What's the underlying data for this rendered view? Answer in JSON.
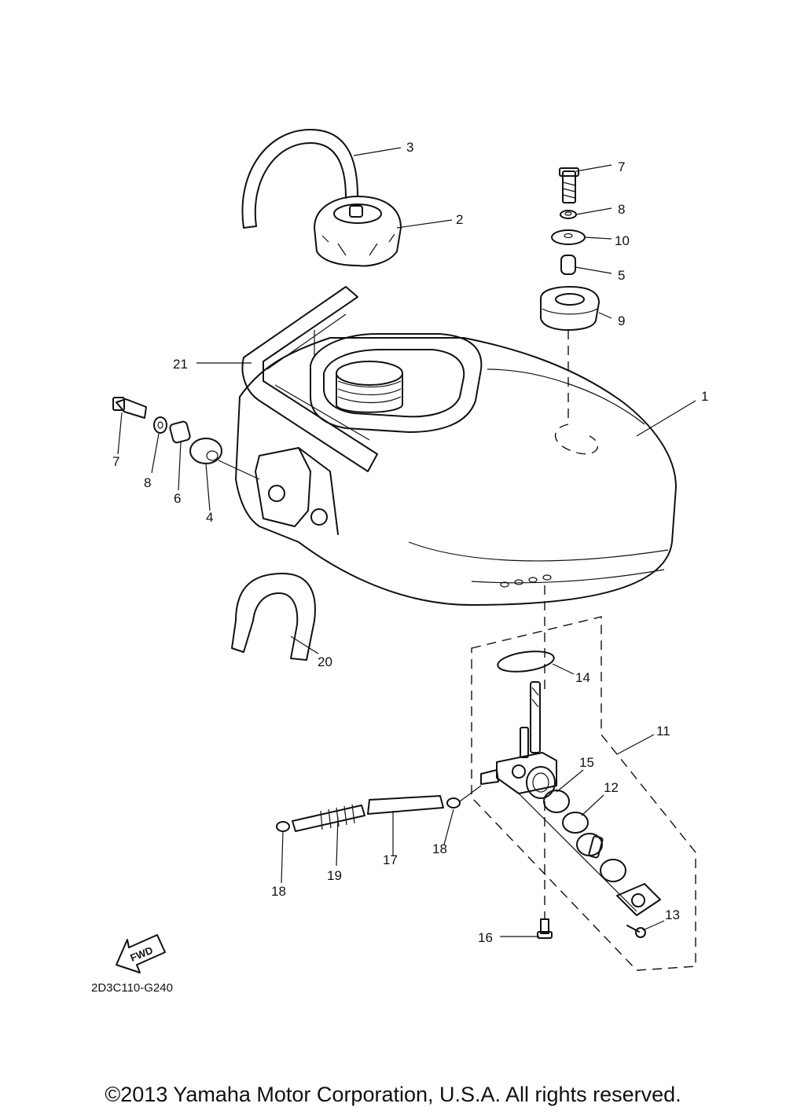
{
  "diagram": {
    "callouts": [
      "1",
      "2",
      "3",
      "7",
      "8",
      "10",
      "5",
      "9",
      "21",
      "7",
      "8",
      "6",
      "4",
      "20",
      "14",
      "11",
      "15",
      "12",
      "18",
      "17",
      "19",
      "18",
      "13",
      "16"
    ],
    "fwd_label": "FWD",
    "drawing_code": "2D3C110-G240"
  },
  "footer": {
    "copyright": "©2013 Yamaha Motor Corporation, U.S.A. All rights reserved."
  }
}
